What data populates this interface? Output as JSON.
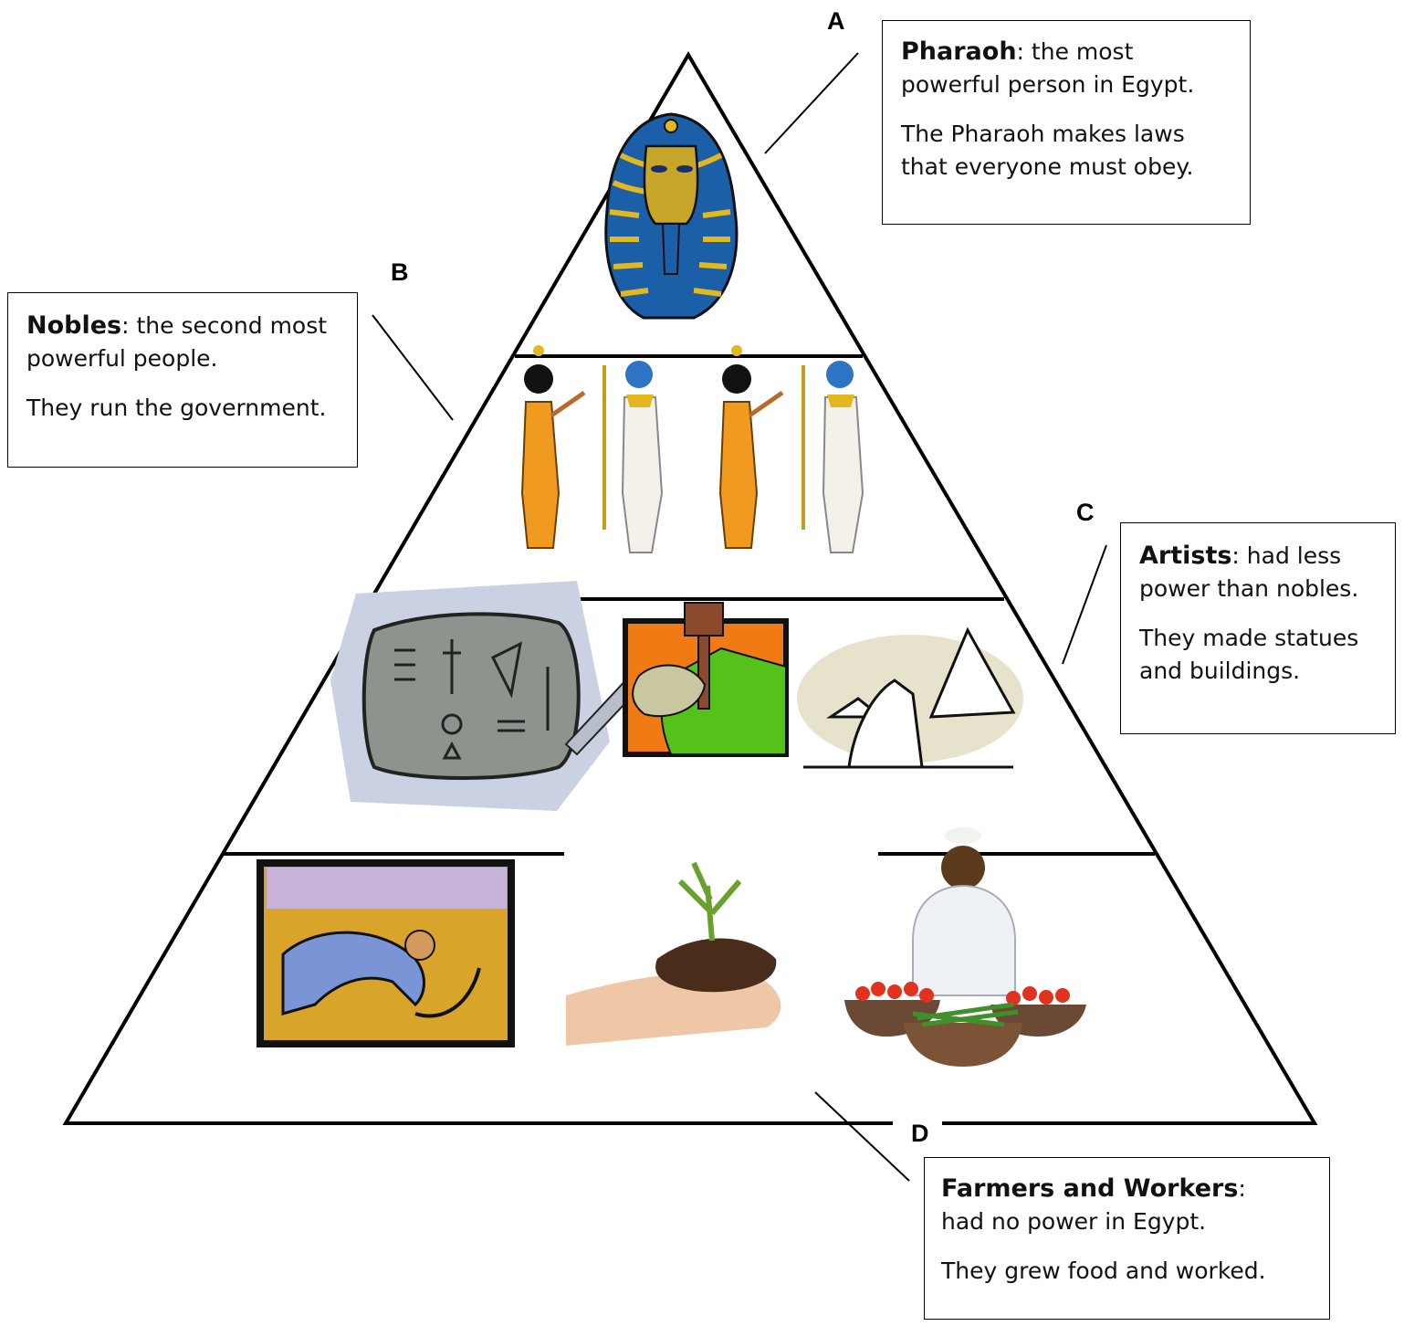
{
  "labels": {
    "a": "A",
    "b": "B",
    "c": "C",
    "d": "D"
  },
  "pharaoh": {
    "title": "Pharaoh",
    "rest": ":  the most powerful person in Egypt.",
    "detail": "The Pharaoh makes laws that everyone must obey."
  },
  "nobles": {
    "title": "Nobles",
    "rest": ": the second most powerful people.",
    "detail": "They run the government."
  },
  "artists": {
    "title": "Artists",
    "rest": ":  had less power than nobles.",
    "detail": "They made statues and buildings."
  },
  "farmers": {
    "title": "Farmers and Workers",
    "rest": ":",
    "line2": "had no power in Egypt.",
    "detail": "They grew food and worked."
  },
  "icons": [
    "pharaoh-mask-icon",
    "noble-woman-icon",
    "noble-man-icon",
    "hieroglyph-tablet-icon",
    "hammer-chisel-icon",
    "pyramids-sphinx-icon",
    "harvester-icon",
    "seedling-hand-icon",
    "vegetable-seller-icon"
  ]
}
